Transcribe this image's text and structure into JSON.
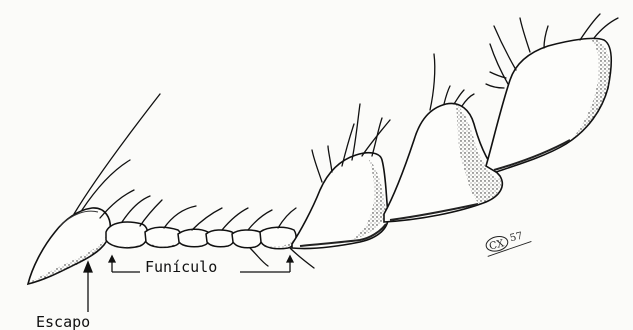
{
  "labels": {
    "escapo": "Escapo",
    "funiculo": "Funículo"
  },
  "signature": {
    "initials": "CX",
    "year": "57"
  },
  "colors": {
    "ink": "#111111",
    "paper": "#fbfbf9",
    "shade": "#3a3a3a"
  }
}
